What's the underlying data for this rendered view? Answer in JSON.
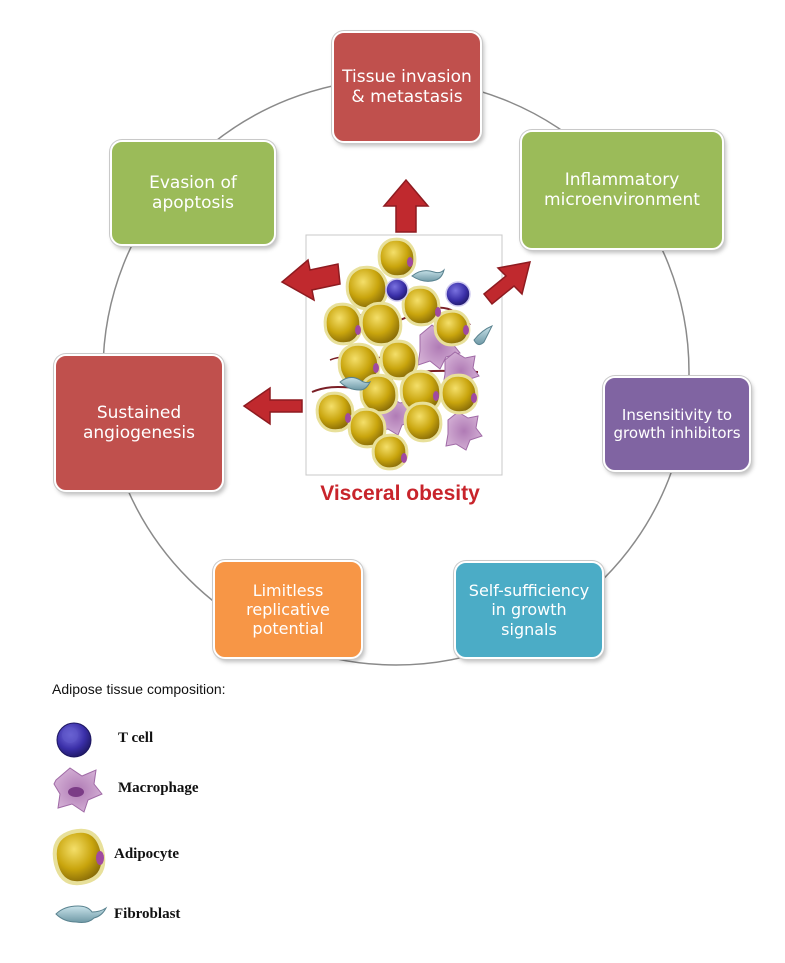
{
  "diagram": {
    "center_label": "Visceral obesity",
    "nodes": [
      {
        "id": "tissue-invasion",
        "label": "Tissue invasion & metastasis",
        "color": "#c0504d"
      },
      {
        "id": "inflammatory",
        "label": "Inflammatory microenvironment",
        "color": "#9bbb59"
      },
      {
        "id": "insensitivity",
        "label": "Insensitivity to growth inhibitors",
        "color": "#8064a2"
      },
      {
        "id": "self-sufficiency",
        "label": "Self-sufficiency in growth signals",
        "color": "#4bacc6"
      },
      {
        "id": "limitless",
        "label": "Limitless replicative potential",
        "color": "#f79646"
      },
      {
        "id": "angiogenesis",
        "label": "Sustained angiogenesis",
        "color": "#c0504d"
      },
      {
        "id": "apoptosis",
        "label": "Evasion of apoptosis",
        "color": "#9bbb59"
      }
    ],
    "arrow_color": "#c0292e"
  },
  "legend": {
    "title": "Adipose tissue composition:",
    "items": [
      {
        "id": "t-cell",
        "label": "T cell",
        "icon": "t-cell-icon"
      },
      {
        "id": "macrophage",
        "label": "Macrophage",
        "icon": "macrophage-icon"
      },
      {
        "id": "adipocyte",
        "label": "Adipocyte",
        "icon": "adipocyte-icon"
      },
      {
        "id": "fibroblast",
        "label": "Fibroblast",
        "icon": "fibroblast-icon"
      }
    ]
  }
}
